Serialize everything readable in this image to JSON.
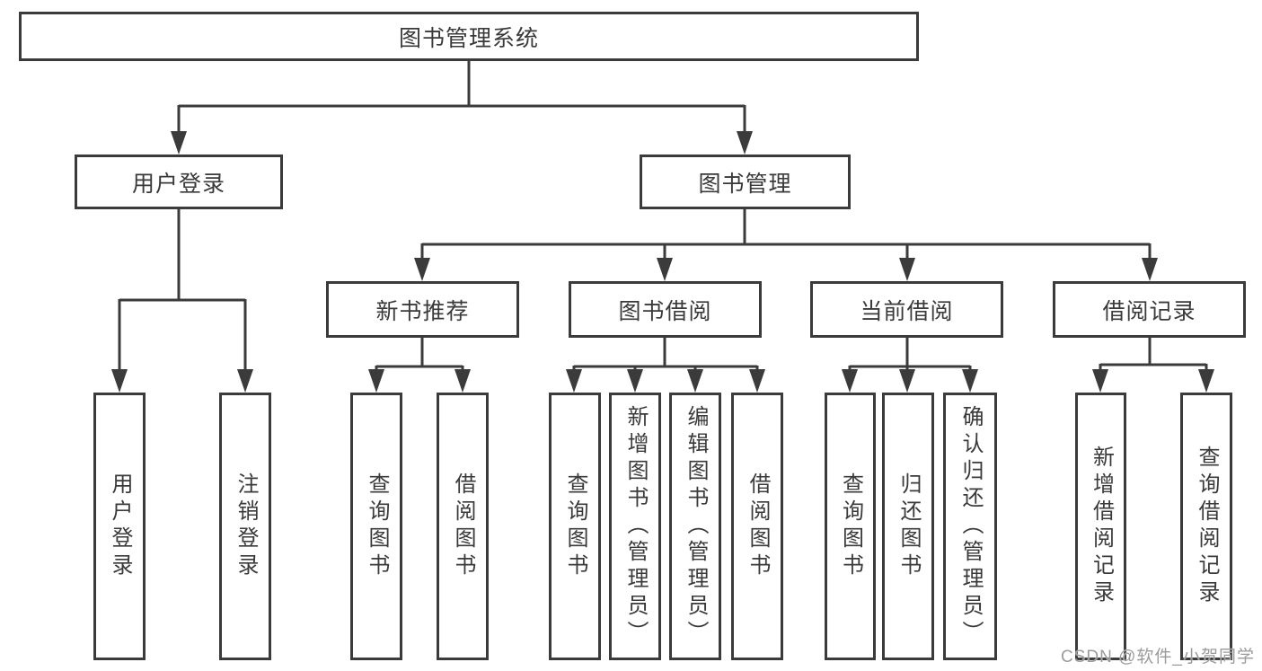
{
  "nodes": {
    "root": "图书管理系统",
    "user_login": "用户登录",
    "book_mgmt": "图书管理",
    "new_book": "新书推荐",
    "borrow": "图书借阅",
    "current": "当前借阅",
    "records": "借阅记录",
    "leaf_login": "用户登录",
    "leaf_logout": "注销登录",
    "leaf_new_query": "查询图书",
    "leaf_new_borrow": "借阅图书",
    "leaf_borrow_query": "查询图书",
    "leaf_borrow_add": "新增图书（管理员）",
    "leaf_borrow_edit": "编辑图书（管理员）",
    "leaf_borrow_do": "借阅图书",
    "leaf_cur_query": "查询图书",
    "leaf_cur_return": "归还图书",
    "leaf_cur_confirm": "确认归还（管理员）",
    "leaf_rec_add": "新增借阅记录",
    "leaf_rec_query": "查询借阅记录"
  },
  "hierarchy": {
    "图书管理系统": [
      "用户登录",
      "图书管理"
    ],
    "用户登录": [
      "用户登录",
      "注销登录"
    ],
    "图书管理": [
      "新书推荐",
      "图书借阅",
      "当前借阅",
      "借阅记录"
    ],
    "新书推荐": [
      "查询图书",
      "借阅图书"
    ],
    "图书借阅": [
      "查询图书",
      "新增图书（管理员）",
      "编辑图书（管理员）",
      "借阅图书"
    ],
    "当前借阅": [
      "查询图书",
      "归还图书",
      "确认归还（管理员）"
    ],
    "借阅记录": [
      "新增借阅记录",
      "查询借阅记录"
    ]
  },
  "watermark": "CSDN @软件_小贺同学",
  "colors": {
    "line": "#3b3b3b",
    "text": "#3a3a3a",
    "watermark": "#9b9b9b",
    "background": "#ffffff"
  }
}
